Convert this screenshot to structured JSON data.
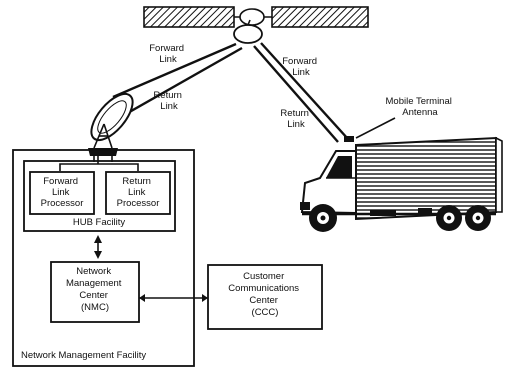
{
  "diagram": {
    "links": {
      "forward_left": [
        "Forward",
        "Link"
      ],
      "return_left": [
        "Return",
        "Link"
      ],
      "forward_right": [
        "Forward",
        "Link"
      ],
      "return_right": [
        "Return",
        "Link"
      ]
    },
    "mobile_antenna": [
      "Mobile Terminal",
      "Antenna"
    ],
    "hub": {
      "forward_processor": [
        "Forward",
        "Link",
        "Processor"
      ],
      "return_processor": [
        "Return",
        "Link",
        "Processor"
      ],
      "label": "HUB Facility"
    },
    "nmc": [
      "Network",
      "Management",
      "Center",
      "(NMC)"
    ],
    "ccc": [
      "Customer",
      "Communications",
      "Center",
      "(CCC)"
    ],
    "facility_label": "Network Management Facility"
  }
}
